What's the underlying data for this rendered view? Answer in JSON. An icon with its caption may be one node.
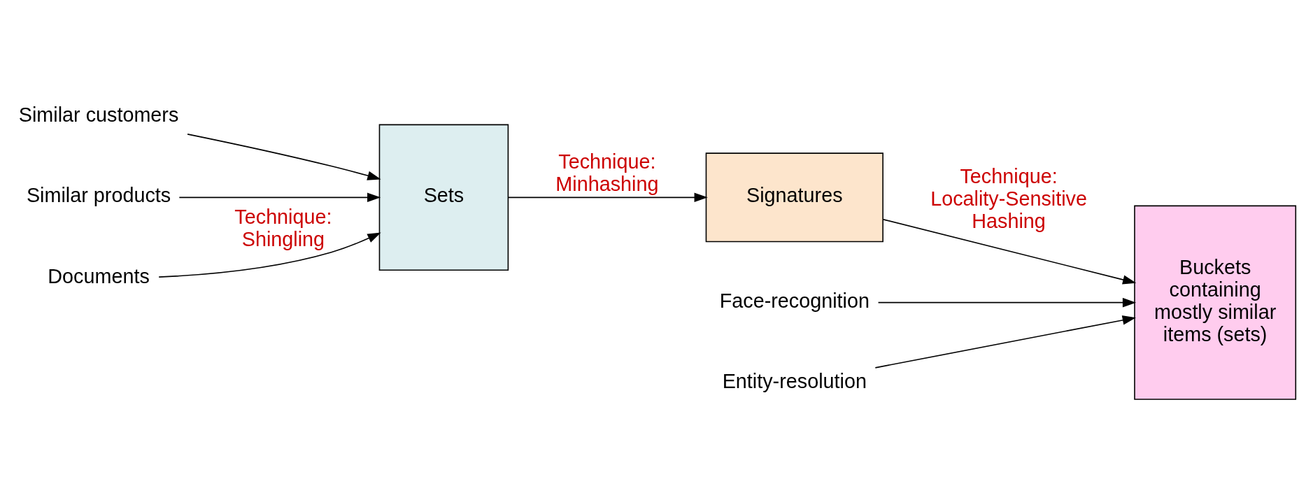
{
  "diagram": {
    "nodes": [
      {
        "text": [
          "Similar customers"
        ]
      },
      {
        "text": [
          "Similar products"
        ]
      },
      {
        "text": [
          "Documents"
        ]
      },
      {
        "text": [
          "Sets"
        ]
      },
      {
        "text": [
          "Signatures"
        ]
      },
      {
        "text": [
          "Buckets containing mostly similar items (sets)"
        ]
      },
      {
        "text": [
          "Face-recognition"
        ]
      },
      {
        "text": [
          "Entity-resolution"
        ]
      }
    ],
    "edges": [
      {
        "from": 0,
        "to": 3,
        "arrow": "to"
      },
      {
        "from": 1,
        "to": 3,
        "arrow": "to"
      },
      {
        "from": 2,
        "to": 3,
        "arrow": "to",
        "label": "Technique: Shingling"
      },
      {
        "from": 3,
        "to": 4,
        "arrow": "to",
        "label": "Technique: Minhashing"
      },
      {
        "from": 4,
        "to": 5,
        "arrow": "to",
        "label": "Technique: Locality-Sensitive Hashing"
      },
      {
        "from": 6,
        "to": 5,
        "arrow": "to"
      },
      {
        "from": 7,
        "to": 5,
        "arrow": "to"
      }
    ]
  }
}
